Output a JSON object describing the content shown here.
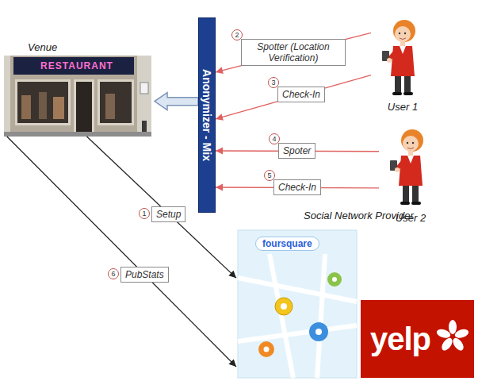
{
  "diagram": {
    "nodes": [
      {
        "text": [
          "Venue",
          "RESTAURANT"
        ]
      },
      {
        "text": [
          "Anonymizer - Mix"
        ]
      },
      {
        "text": [
          "User 1"
        ]
      },
      {
        "text": [
          "User 2"
        ]
      },
      {
        "text": [
          "Social Network Provider"
        ]
      },
      {
        "text": [
          "foursquare"
        ],
        "in": 4
      },
      {
        "text": [
          "yelp"
        ],
        "in": 4
      }
    ],
    "edges": [
      {
        "from": 0,
        "to": 4,
        "label": "Setup",
        "arrow": "to"
      },
      {
        "from": 2,
        "to": 1,
        "label": "Spotter (Location Verification)",
        "arrow": "to"
      },
      {
        "from": 2,
        "to": 1,
        "label": "Check-In",
        "arrow": "to"
      },
      {
        "from": 3,
        "to": 1,
        "label": "Spoter",
        "arrow": "to"
      },
      {
        "from": 3,
        "to": 1,
        "label": "Check-In",
        "arrow": "to"
      },
      {
        "from": 0,
        "to": 4,
        "label": "PubStats",
        "arrow": "to"
      },
      {
        "from": 1,
        "to": 0,
        "arrow": "to"
      }
    ],
    "labels": [
      "1",
      "2",
      "3",
      "4",
      "5",
      "6"
    ]
  }
}
